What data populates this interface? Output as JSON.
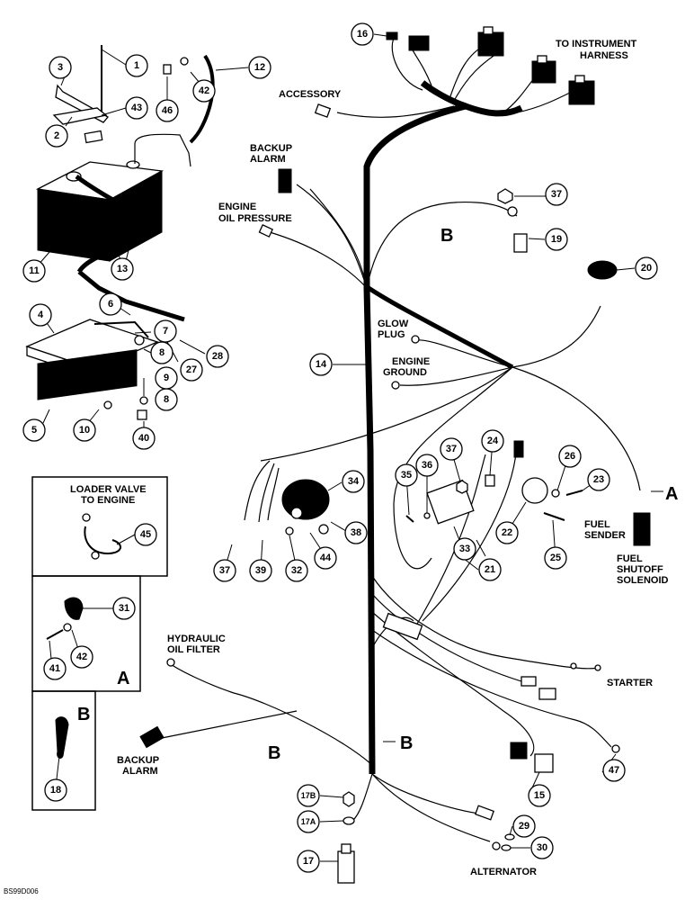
{
  "labels": {
    "to_instrument_harness": [
      "TO INSTRUMENT",
      "HARNESS"
    ],
    "accessory": "ACCESSORY",
    "backup_alarm_top": [
      "BACKUP",
      "ALARM"
    ],
    "engine_oil_pressure": [
      "ENGINE",
      "OIL PRESSURE"
    ],
    "glow_plug": [
      "GLOW",
      "PLUG"
    ],
    "engine_ground": [
      "ENGINE",
      "GROUND"
    ],
    "fuel_sender": [
      "FUEL",
      "SENDER"
    ],
    "fuel_shutoff_solenoid": [
      "FUEL",
      "SHUTOFF",
      "SOLENOID"
    ],
    "loader_valve_to_engine": [
      "LOADER VALVE",
      "TO ENGINE"
    ],
    "hydraulic_oil_filter": [
      "HYDRAULIC",
      "OIL FILTER"
    ],
    "starter": "STARTER",
    "backup_alarm_bottom": [
      "BACKUP",
      "ALARM"
    ],
    "alternator": "ALTERNATOR",
    "inset_a": "A",
    "inset_b": "B",
    "ref_a": "A",
    "ref_b_top": "B",
    "ref_b_mid": "B",
    "ref_b_bottom": "B",
    "drawing_code": "BS99D006"
  },
  "callouts": [
    "1",
    "2",
    "3",
    "4",
    "5",
    "6",
    "7",
    "8",
    "8",
    "9",
    "10",
    "11",
    "12",
    "13",
    "14",
    "15",
    "16",
    "17",
    "17B",
    "17A",
    "18",
    "19",
    "20",
    "21",
    "22",
    "23",
    "24",
    "25",
    "26",
    "27",
    "28",
    "29",
    "30",
    "31",
    "32",
    "33",
    "34",
    "35",
    "36",
    "37",
    "37",
    "37",
    "38",
    "39",
    "40",
    "41",
    "42",
    "42",
    "43",
    "44",
    "45",
    "46",
    "47"
  ]
}
